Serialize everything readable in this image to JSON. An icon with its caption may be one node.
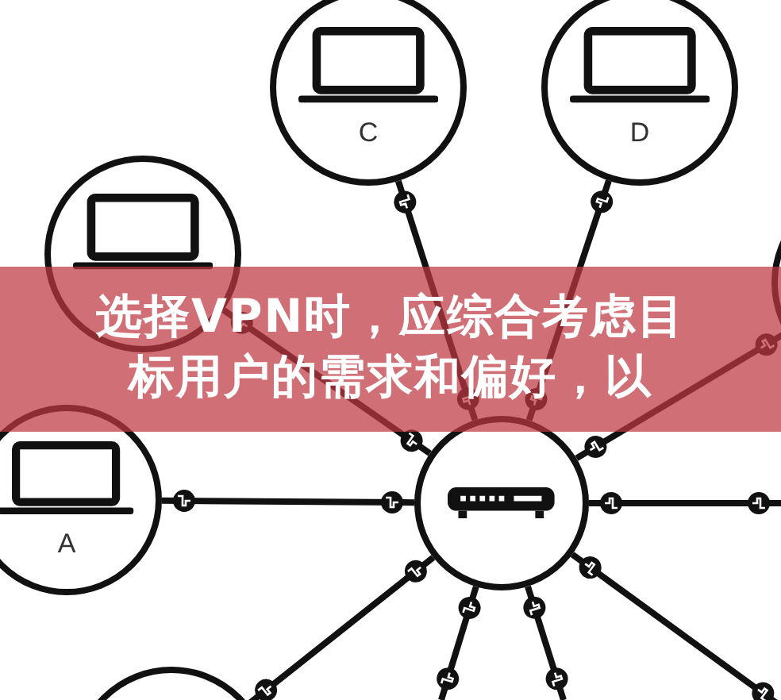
{
  "diagram": {
    "title": "选择VPN时，应综合考虑目标用户的需求和偏好，以",
    "nodes": [
      {
        "text": [
          "C"
        ]
      },
      {
        "text": [
          "D"
        ]
      },
      {
        "text": [],
        "shape": "circle"
      },
      {
        "text": [],
        "shape": "circle"
      },
      {
        "text": [
          "A"
        ]
      },
      {
        "text": [],
        "shape": "circle"
      },
      {
        "text": [],
        "shape": "circle"
      }
    ],
    "edges": [
      {
        "from": 5,
        "to": 0,
        "arrow": "other"
      },
      {
        "from": 5,
        "to": 1,
        "arrow": "other"
      },
      {
        "from": 5,
        "to": 2,
        "arrow": "other"
      },
      {
        "from": 5,
        "to": 3,
        "arrow": "other"
      },
      {
        "from": 5,
        "to": 4,
        "arrow": "other"
      },
      {
        "from": 5,
        "to": null,
        "arrow": "other"
      },
      {
        "from": 5,
        "to": 6,
        "arrow": "other"
      },
      {
        "from": 5,
        "to": null,
        "arrow": "other"
      },
      {
        "from": 5,
        "to": null,
        "arrow": "other"
      },
      {
        "from": 5,
        "to": null,
        "arrow": "other"
      }
    ]
  }
}
